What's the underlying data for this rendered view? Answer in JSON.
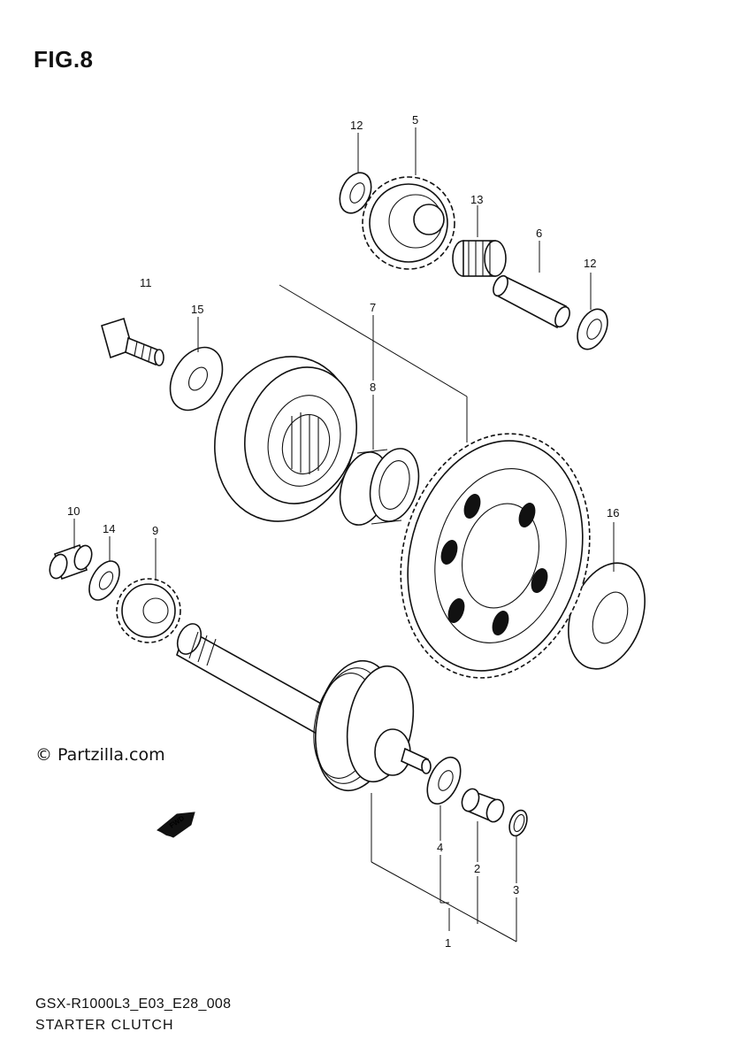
{
  "figure": {
    "title": "FIG.8",
    "model_code": "GSX-R1000L3_E03_E28_008",
    "subtitle": "STARTER CLUTCH",
    "copyright": "© Partzilla.com",
    "fwd_label": "FWD"
  },
  "callouts": [
    {
      "id": "1",
      "label": "1"
    },
    {
      "id": "2",
      "label": "2"
    },
    {
      "id": "3",
      "label": "3"
    },
    {
      "id": "4",
      "label": "4"
    },
    {
      "id": "5",
      "label": "5"
    },
    {
      "id": "6",
      "label": "6"
    },
    {
      "id": "7",
      "label": "7"
    },
    {
      "id": "8",
      "label": "8"
    },
    {
      "id": "9",
      "label": "9"
    },
    {
      "id": "10",
      "label": "10"
    },
    {
      "id": "11",
      "label": "11"
    },
    {
      "id": "12a",
      "label": "12"
    },
    {
      "id": "12b",
      "label": "12"
    },
    {
      "id": "13",
      "label": "13"
    },
    {
      "id": "14",
      "label": "14"
    },
    {
      "id": "15",
      "label": "15"
    },
    {
      "id": "16",
      "label": "16"
    }
  ]
}
